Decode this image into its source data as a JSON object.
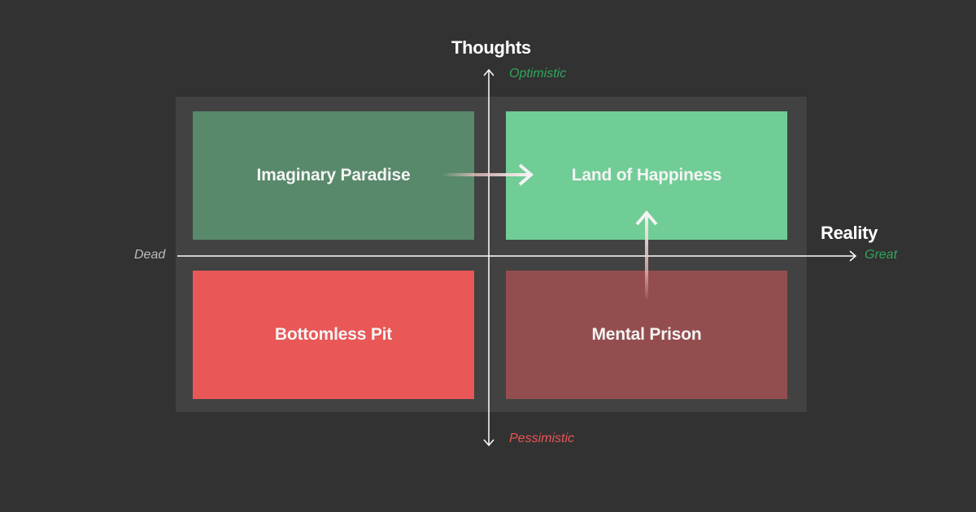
{
  "colors": {
    "background": "#323232",
    "panel": "#424242",
    "axis": "#ffffff",
    "optimistic": "#2fa65c",
    "pessimistic": "#e85555",
    "neutral": "#bdbdbd",
    "imaginary_paradise": "#58896b",
    "land_of_happiness": "#70cd96",
    "bottomless_pit": "#ea5757",
    "mental_prison": "#944d4e"
  },
  "axes": {
    "vertical": {
      "title": "Thoughts",
      "top_label": "Optimistic",
      "bottom_label": "Pessimistic"
    },
    "horizontal": {
      "title": "Reality",
      "left_label": "Dead",
      "right_label": "Great"
    }
  },
  "quadrants": {
    "top_left": {
      "label": "Imaginary Paradise"
    },
    "top_right": {
      "label": "Land of Happiness"
    },
    "bottom_left": {
      "label": "Bottomless Pit"
    },
    "bottom_right": {
      "label": "Mental Prison"
    }
  },
  "transitions": [
    {
      "from": "Imaginary Paradise",
      "to": "Land of Happiness"
    },
    {
      "from": "Mental Prison",
      "to": "Land of Happiness"
    }
  ]
}
